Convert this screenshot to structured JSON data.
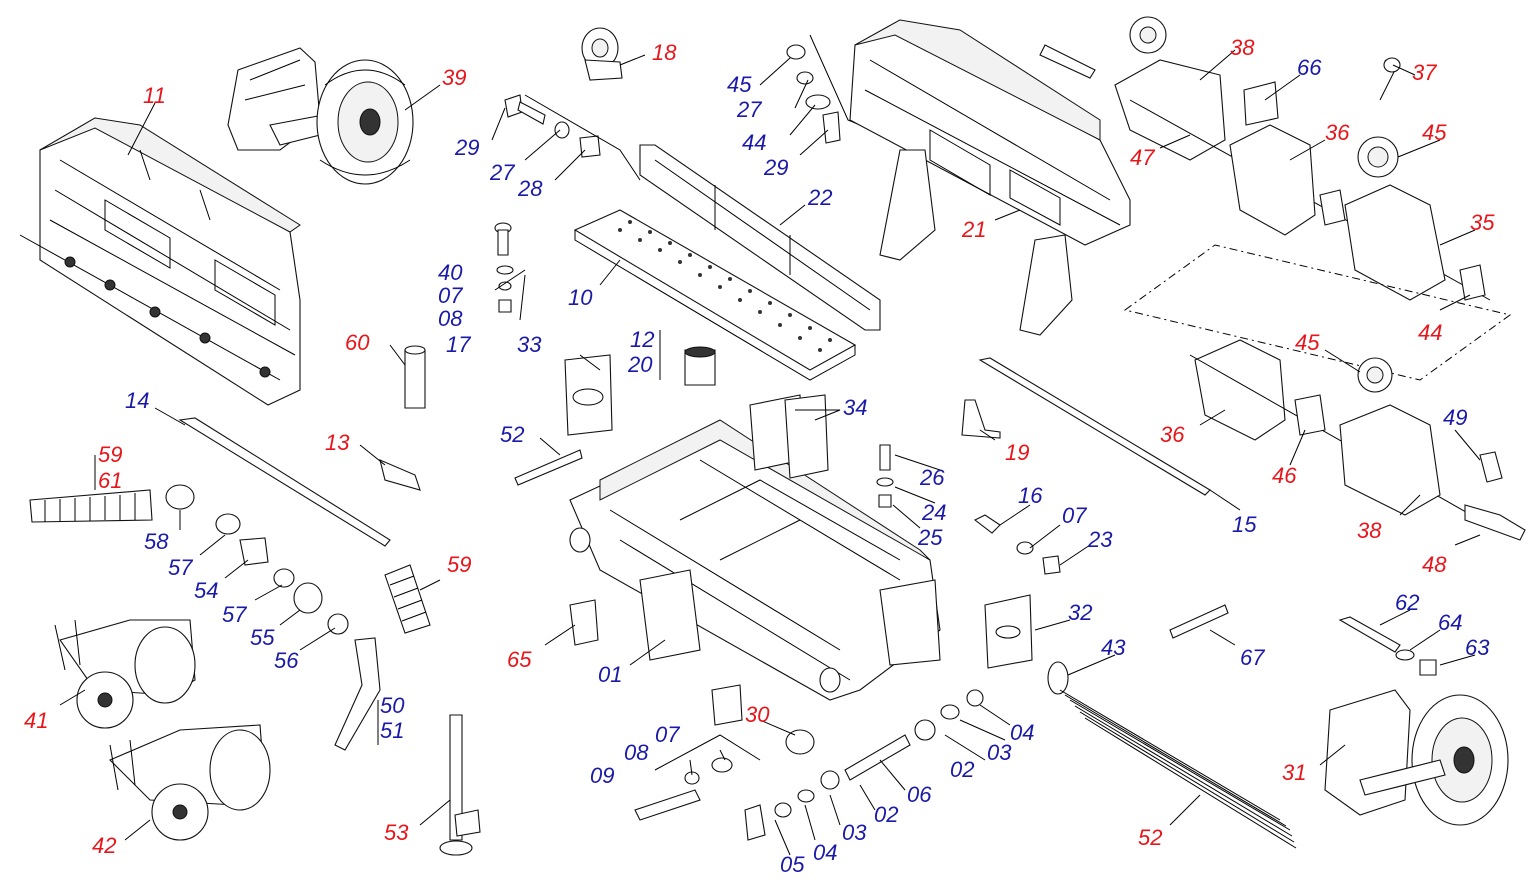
{
  "colors": {
    "primary": "#e8161b",
    "secondary": "#1a1aa8",
    "line": "#000000"
  },
  "labels": [
    {
      "id": "l11",
      "text": "11",
      "tone": "primary"
    },
    {
      "id": "l39",
      "text": "39",
      "tone": "primary"
    },
    {
      "id": "l18",
      "text": "18",
      "tone": "primary"
    },
    {
      "id": "l45a",
      "text": "45",
      "tone": "secondary"
    },
    {
      "id": "l27a",
      "text": "27",
      "tone": "secondary"
    },
    {
      "id": "l44a",
      "text": "44",
      "tone": "secondary"
    },
    {
      "id": "l29a",
      "text": "29",
      "tone": "secondary"
    },
    {
      "id": "l29b",
      "text": "29",
      "tone": "secondary"
    },
    {
      "id": "l27b",
      "text": "27",
      "tone": "secondary"
    },
    {
      "id": "l28",
      "text": "28",
      "tone": "secondary"
    },
    {
      "id": "l22",
      "text": "22",
      "tone": "secondary"
    },
    {
      "id": "l21",
      "text": "21",
      "tone": "primary"
    },
    {
      "id": "l38a",
      "text": "38",
      "tone": "primary"
    },
    {
      "id": "l66",
      "text": "66",
      "tone": "secondary"
    },
    {
      "id": "l37",
      "text": "37",
      "tone": "primary"
    },
    {
      "id": "l36a",
      "text": "36",
      "tone": "primary"
    },
    {
      "id": "l45b",
      "text": "45",
      "tone": "primary"
    },
    {
      "id": "l47",
      "text": "47",
      "tone": "primary"
    },
    {
      "id": "l35",
      "text": "35",
      "tone": "primary"
    },
    {
      "id": "l44b",
      "text": "44",
      "tone": "primary"
    },
    {
      "id": "l40",
      "text": "40",
      "tone": "secondary"
    },
    {
      "id": "l07a",
      "text": "07",
      "tone": "secondary"
    },
    {
      "id": "l08a",
      "text": "08",
      "tone": "secondary"
    },
    {
      "id": "l17",
      "text": "17",
      "tone": "secondary"
    },
    {
      "id": "l10",
      "text": "10",
      "tone": "secondary"
    },
    {
      "id": "l60",
      "text": "60",
      "tone": "primary"
    },
    {
      "id": "l12",
      "text": "12",
      "tone": "secondary"
    },
    {
      "id": "l20",
      "text": "20",
      "tone": "secondary"
    },
    {
      "id": "l33",
      "text": "33",
      "tone": "secondary"
    },
    {
      "id": "l14",
      "text": "14",
      "tone": "secondary"
    },
    {
      "id": "l13",
      "text": "13",
      "tone": "primary"
    },
    {
      "id": "l52a",
      "text": "52",
      "tone": "secondary"
    },
    {
      "id": "l34",
      "text": "34",
      "tone": "secondary"
    },
    {
      "id": "l45c",
      "text": "45",
      "tone": "primary"
    },
    {
      "id": "l36b",
      "text": "36",
      "tone": "primary"
    },
    {
      "id": "l49",
      "text": "49",
      "tone": "secondary"
    },
    {
      "id": "l19",
      "text": "19",
      "tone": "primary"
    },
    {
      "id": "l46",
      "text": "46",
      "tone": "primary"
    },
    {
      "id": "l59a",
      "text": "59",
      "tone": "primary"
    },
    {
      "id": "l61",
      "text": "61",
      "tone": "primary"
    },
    {
      "id": "l26",
      "text": "26",
      "tone": "secondary"
    },
    {
      "id": "l24",
      "text": "24",
      "tone": "secondary"
    },
    {
      "id": "l25",
      "text": "25",
      "tone": "secondary"
    },
    {
      "id": "l16",
      "text": "16",
      "tone": "secondary"
    },
    {
      "id": "l07b",
      "text": "07",
      "tone": "secondary"
    },
    {
      "id": "l23",
      "text": "23",
      "tone": "secondary"
    },
    {
      "id": "l15",
      "text": "15",
      "tone": "secondary"
    },
    {
      "id": "l38b",
      "text": "38",
      "tone": "primary"
    },
    {
      "id": "l48",
      "text": "48",
      "tone": "primary"
    },
    {
      "id": "l58",
      "text": "58",
      "tone": "secondary"
    },
    {
      "id": "l57a",
      "text": "57",
      "tone": "secondary"
    },
    {
      "id": "l54",
      "text": "54",
      "tone": "secondary"
    },
    {
      "id": "l59b",
      "text": "59",
      "tone": "primary"
    },
    {
      "id": "l57b",
      "text": "57",
      "tone": "secondary"
    },
    {
      "id": "l55",
      "text": "55",
      "tone": "secondary"
    },
    {
      "id": "l56",
      "text": "56",
      "tone": "secondary"
    },
    {
      "id": "l65",
      "text": "65",
      "tone": "primary"
    },
    {
      "id": "l01",
      "text": "01",
      "tone": "secondary"
    },
    {
      "id": "l32",
      "text": "32",
      "tone": "secondary"
    },
    {
      "id": "l43",
      "text": "43",
      "tone": "secondary"
    },
    {
      "id": "l62",
      "text": "62",
      "tone": "secondary"
    },
    {
      "id": "l64",
      "text": "64",
      "tone": "secondary"
    },
    {
      "id": "l63",
      "text": "63",
      "tone": "secondary"
    },
    {
      "id": "l67",
      "text": "67",
      "tone": "secondary"
    },
    {
      "id": "l41",
      "text": "41",
      "tone": "primary"
    },
    {
      "id": "l50",
      "text": "50",
      "tone": "secondary"
    },
    {
      "id": "l51",
      "text": "51",
      "tone": "secondary"
    },
    {
      "id": "l30",
      "text": "30",
      "tone": "primary"
    },
    {
      "id": "l04a",
      "text": "04",
      "tone": "secondary"
    },
    {
      "id": "l03a",
      "text": "03",
      "tone": "secondary"
    },
    {
      "id": "l02a",
      "text": "02",
      "tone": "secondary"
    },
    {
      "id": "l07c",
      "text": "07",
      "tone": "secondary"
    },
    {
      "id": "l08b",
      "text": "08",
      "tone": "secondary"
    },
    {
      "id": "l09",
      "text": "09",
      "tone": "secondary"
    },
    {
      "id": "l06",
      "text": "06",
      "tone": "secondary"
    },
    {
      "id": "l02b",
      "text": "02",
      "tone": "secondary"
    },
    {
      "id": "l03b",
      "text": "03",
      "tone": "secondary"
    },
    {
      "id": "l04b",
      "text": "04",
      "tone": "secondary"
    },
    {
      "id": "l05",
      "text": "05",
      "tone": "secondary"
    },
    {
      "id": "l31",
      "text": "31",
      "tone": "primary"
    },
    {
      "id": "l42",
      "text": "42",
      "tone": "primary"
    },
    {
      "id": "l53",
      "text": "53",
      "tone": "primary"
    },
    {
      "id": "l52b",
      "text": "52",
      "tone": "primary"
    }
  ]
}
